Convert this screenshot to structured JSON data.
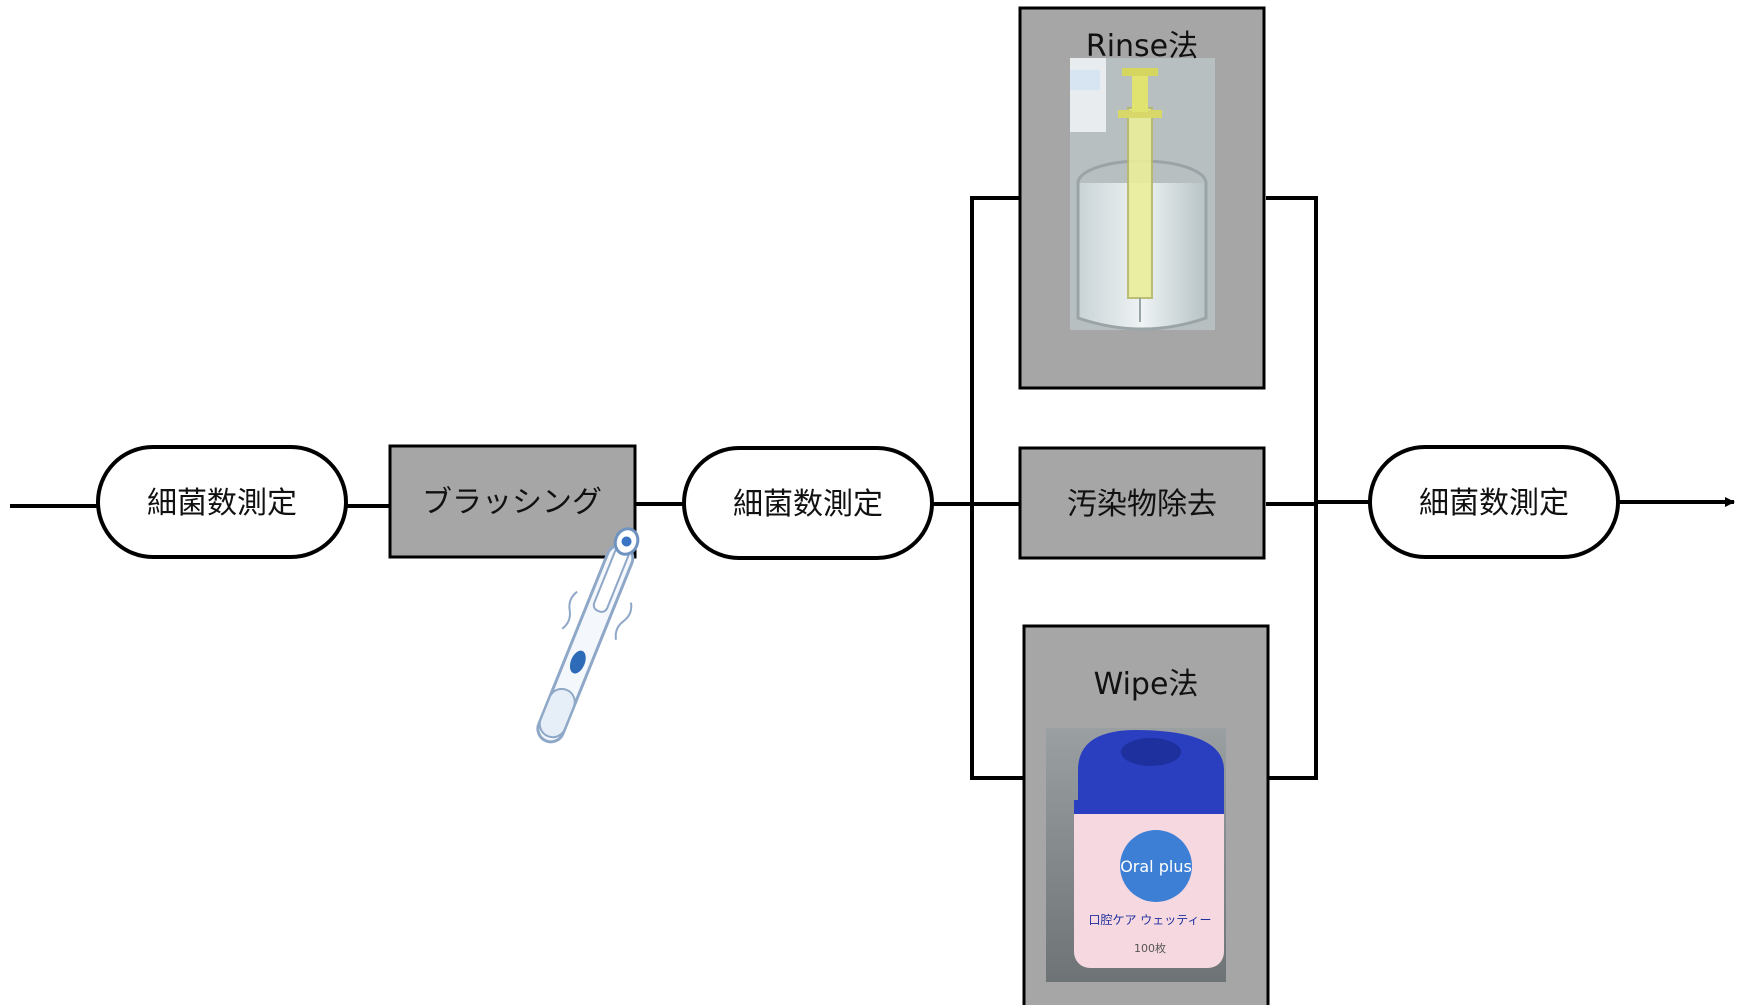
{
  "nodes": {
    "measure_1": "細菌数測定",
    "brushing": "ブラッシング",
    "measure_2": "細菌数測定",
    "rinse": "Rinse法",
    "contaminant_removal": "汚染物除去",
    "wipe": "Wipe法",
    "measure_3": "細菌数測定"
  },
  "photos": {
    "rinse_photo": {
      "icon": "syringe-in-cup-photo"
    },
    "wipe_photo": {
      "icon": "wipe-container-photo",
      "brand_text": "Oral plus",
      "product_text": "口腔ケア ウェッティー",
      "count_text": "100枚"
    }
  },
  "illustrations": {
    "toothbrush": "electric-toothbrush-icon"
  },
  "colors": {
    "box_fill": "#a6a6a6",
    "stroke": "#000000",
    "background": "#ffffff"
  }
}
